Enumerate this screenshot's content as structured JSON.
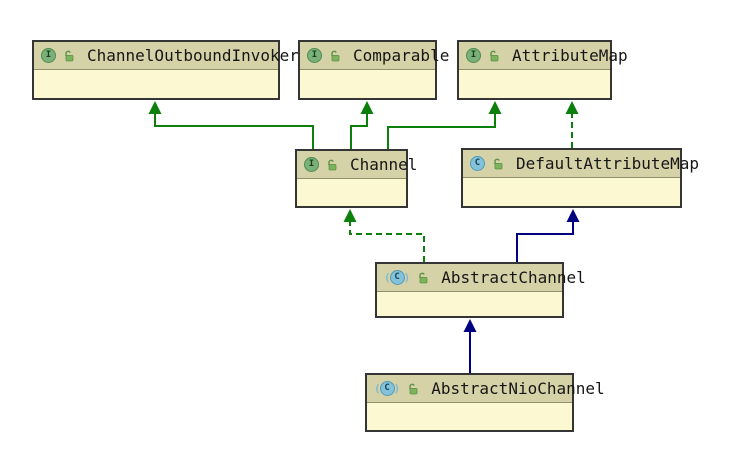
{
  "diagram": {
    "type": "uml-class-diagram",
    "nodes": [
      {
        "label": "ChannelOutboundInvoker",
        "kind": "interface"
      },
      {
        "label": "Comparable",
        "kind": "interface"
      },
      {
        "label": "AttributeMap",
        "kind": "interface"
      },
      {
        "label": "Channel",
        "kind": "interface"
      },
      {
        "label": "DefaultAttributeMap",
        "kind": "class"
      },
      {
        "label": "AbstractChannel",
        "kind": "abstract-class"
      },
      {
        "label": "AbstractNioChannel",
        "kind": "abstract-class"
      }
    ],
    "edges": [
      {
        "from": "Channel",
        "to": "ChannelOutboundInvoker",
        "relation": "extends",
        "style": "solid-green"
      },
      {
        "from": "Channel",
        "to": "Comparable",
        "relation": "extends",
        "style": "solid-green"
      },
      {
        "from": "Channel",
        "to": "AttributeMap",
        "relation": "extends",
        "style": "solid-green"
      },
      {
        "from": "DefaultAttributeMap",
        "to": "AttributeMap",
        "relation": "implements",
        "style": "dashed-green"
      },
      {
        "from": "AbstractChannel",
        "to": "Channel",
        "relation": "implements",
        "style": "dashed-green"
      },
      {
        "from": "AbstractChannel",
        "to": "DefaultAttributeMap",
        "relation": "extends",
        "style": "solid-navy"
      },
      {
        "from": "AbstractNioChannel",
        "to": "AbstractChannel",
        "relation": "extends",
        "style": "solid-navy"
      }
    ],
    "icons": {
      "interface_letter": "I",
      "class_letter": "C",
      "lock": "lock-icon"
    },
    "colors": {
      "canvas_bg": "#ffffff",
      "node_header_bg": "#d6d2a8",
      "node_body_bg": "#fbf8d2",
      "node_border": "#353535",
      "node_divider": "#91906c",
      "edge_green": "#0d7f0d",
      "edge_navy": "#000080",
      "interface_icon_bg": "#7bb07b",
      "class_icon_bg": "#82c2da",
      "lock_green": "#7cb35b"
    }
  }
}
